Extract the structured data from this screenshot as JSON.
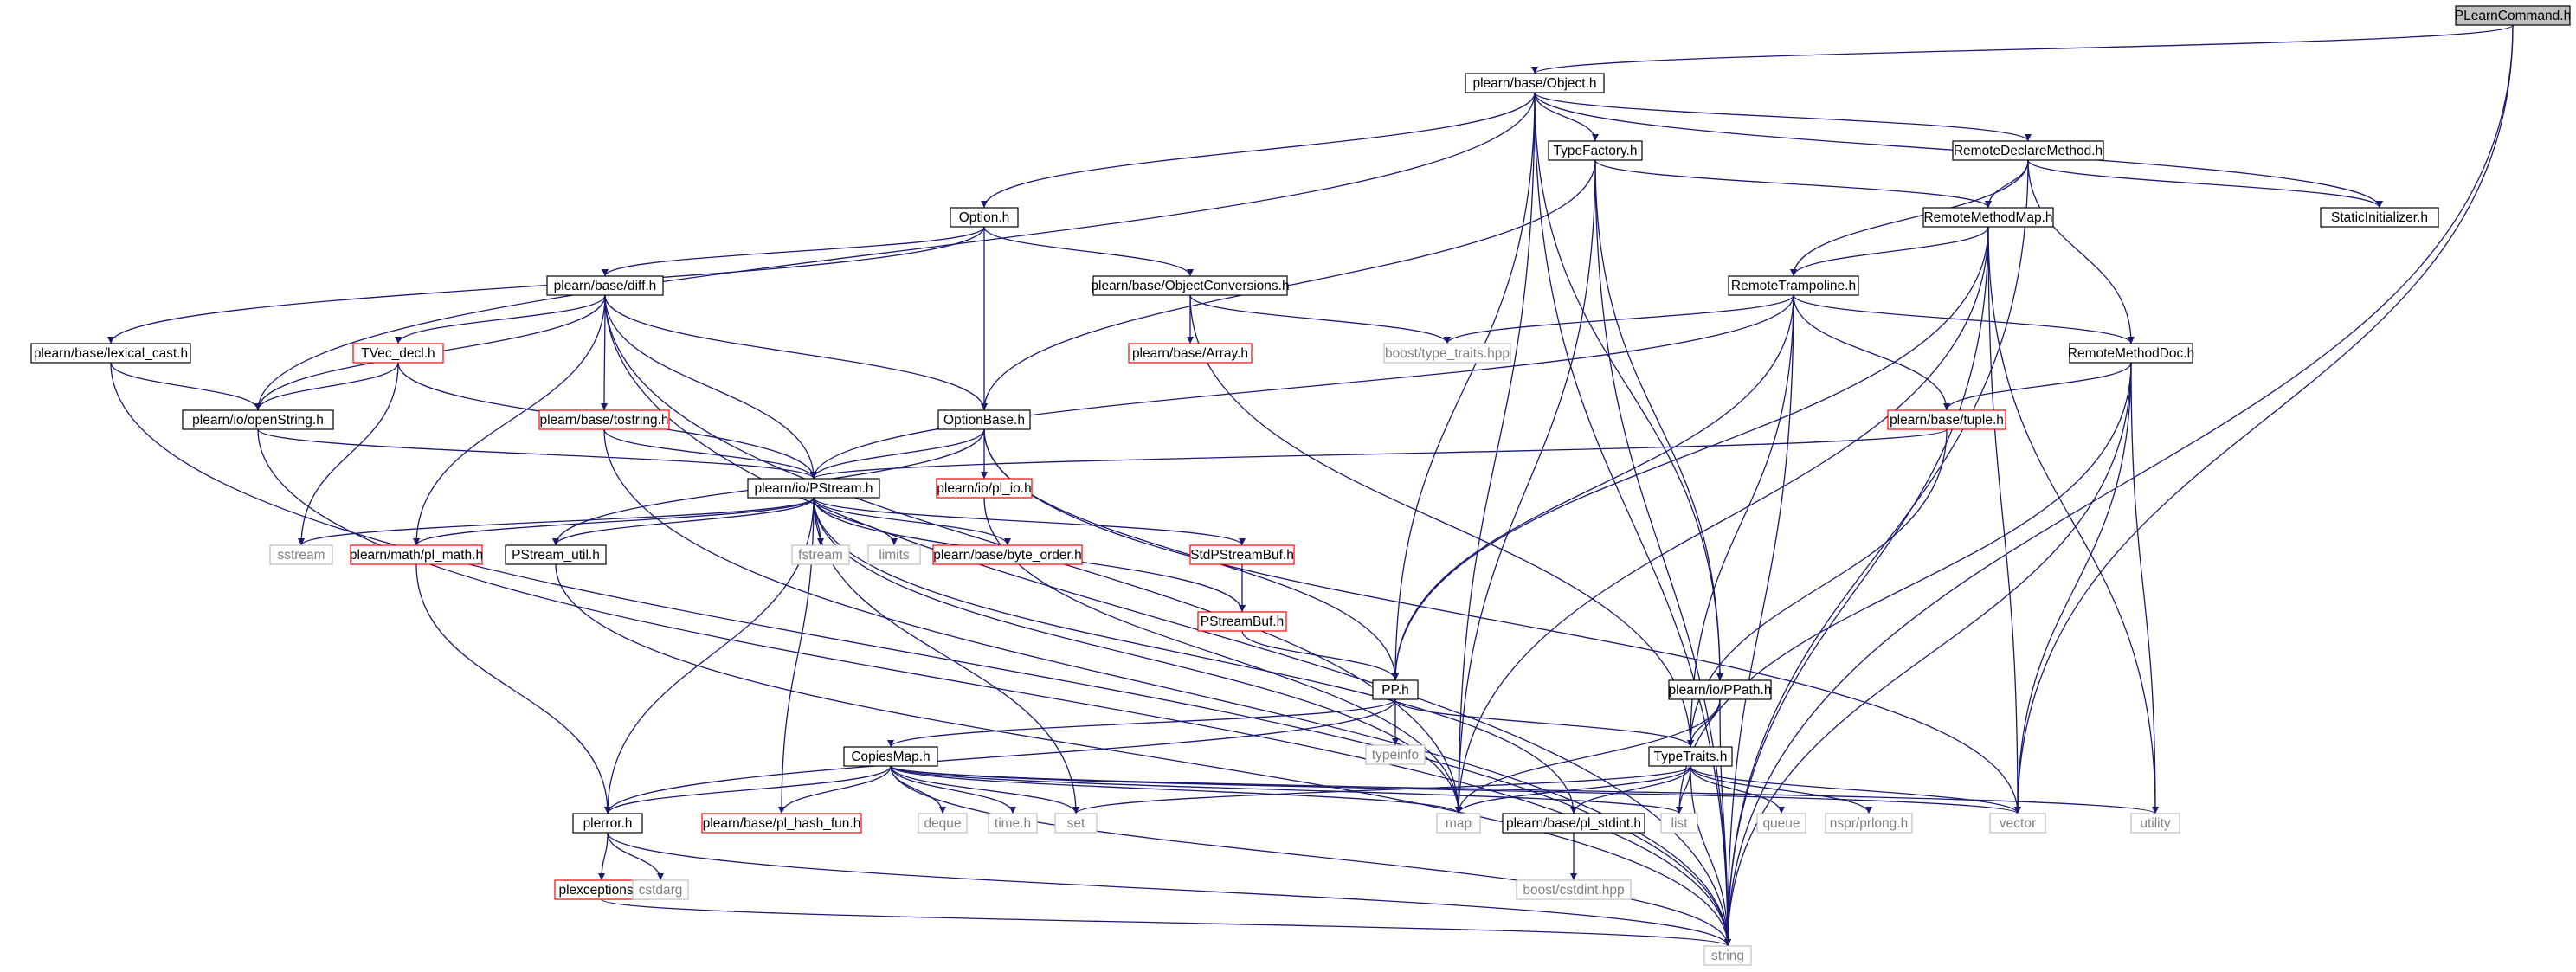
{
  "colors": {
    "edge": "#191970",
    "box_normal": "#000000",
    "box_red": "#ff0000",
    "box_gray": "#bfbfbf",
    "fill_root": "#bfbfbf",
    "fill_default": "#ffffff",
    "text_normal": "#000000",
    "text_gray": "#808080"
  },
  "graph": {
    "nodes": [
      {
        "id": "PLearnCommand.h",
        "label": "PLearnCommand.h",
        "style": "root"
      },
      {
        "id": "Object.h",
        "label": "plearn/base/Object.h",
        "style": "normal"
      },
      {
        "id": "TypeFactory.h",
        "label": "TypeFactory.h",
        "style": "normal"
      },
      {
        "id": "RemoteDeclareMethod.h",
        "label": "RemoteDeclareMethod.h",
        "style": "normal"
      },
      {
        "id": "StaticInitializer.h",
        "label": "StaticInitializer.h",
        "style": "normal"
      },
      {
        "id": "Option.h",
        "label": "Option.h",
        "style": "normal"
      },
      {
        "id": "RemoteMethodMap.h",
        "label": "RemoteMethodMap.h",
        "style": "normal"
      },
      {
        "id": "diff.h",
        "label": "plearn/base/diff.h",
        "style": "normal"
      },
      {
        "id": "ObjectConversions.h",
        "label": "plearn/base/ObjectConversions.h",
        "style": "normal"
      },
      {
        "id": "RemoteTrampoline.h",
        "label": "RemoteTrampoline.h",
        "style": "normal"
      },
      {
        "id": "lexical_cast.h",
        "label": "plearn/base/lexical_cast.h",
        "style": "normal"
      },
      {
        "id": "TVec_decl.h",
        "label": "TVec_decl.h",
        "style": "red"
      },
      {
        "id": "Array.h",
        "label": "plearn/base/Array.h",
        "style": "redtext"
      },
      {
        "id": "type_traits.hpp",
        "label": "boost/type_traits.hpp",
        "style": "gray"
      },
      {
        "id": "RemoteMethodDoc.h",
        "label": "RemoteMethodDoc.h",
        "style": "normal"
      },
      {
        "id": "openString.h",
        "label": "plearn/io/openString.h",
        "style": "normal"
      },
      {
        "id": "tostring.h",
        "label": "plearn/base/tostring.h",
        "style": "red"
      },
      {
        "id": "OptionBase.h",
        "label": "OptionBase.h",
        "style": "normal"
      },
      {
        "id": "tuple.h",
        "label": "plearn/base/tuple.h",
        "style": "red"
      },
      {
        "id": "PStream.h",
        "label": "plearn/io/PStream.h",
        "style": "normal"
      },
      {
        "id": "pl_io.h",
        "label": "plearn/io/pl_io.h",
        "style": "red"
      },
      {
        "id": "sstream",
        "label": "sstream",
        "style": "gray"
      },
      {
        "id": "pl_math.h",
        "label": "plearn/math/pl_math.h",
        "style": "red"
      },
      {
        "id": "PStream_util.h",
        "label": "PStream_util.h",
        "style": "normal"
      },
      {
        "id": "fstream",
        "label": "fstream",
        "style": "gray"
      },
      {
        "id": "limits",
        "label": "limits",
        "style": "gray"
      },
      {
        "id": "byte_order.h",
        "label": "plearn/base/byte_order.h",
        "style": "redtext"
      },
      {
        "id": "StdPStreamBuf.h",
        "label": "StdPStreamBuf.h",
        "style": "red"
      },
      {
        "id": "PStreamBuf.h",
        "label": "PStreamBuf.h",
        "style": "red"
      },
      {
        "id": "PP.h",
        "label": "PP.h",
        "style": "normal"
      },
      {
        "id": "PPath.h",
        "label": "plearn/io/PPath.h",
        "style": "normal"
      },
      {
        "id": "typeinfo",
        "label": "typeinfo",
        "style": "gray"
      },
      {
        "id": "CopiesMap.h",
        "label": "CopiesMap.h",
        "style": "normal"
      },
      {
        "id": "TypeTraits.h",
        "label": "TypeTraits.h",
        "style": "normal"
      },
      {
        "id": "plerror.h",
        "label": "plerror.h",
        "style": "normal"
      },
      {
        "id": "pl_hash_fun.h",
        "label": "plearn/base/pl_hash_fun.h",
        "style": "redtext"
      },
      {
        "id": "deque",
        "label": "deque",
        "style": "gray"
      },
      {
        "id": "time.h",
        "label": "time.h",
        "style": "gray"
      },
      {
        "id": "set",
        "label": "set",
        "style": "gray"
      },
      {
        "id": "map",
        "label": "map",
        "style": "gray"
      },
      {
        "id": "pl_stdint.h",
        "label": "plearn/base/pl_stdint.h",
        "style": "normal"
      },
      {
        "id": "list",
        "label": "list",
        "style": "gray"
      },
      {
        "id": "queue",
        "label": "queue",
        "style": "gray"
      },
      {
        "id": "prlong.h",
        "label": "nspr/prlong.h",
        "style": "gray"
      },
      {
        "id": "vector",
        "label": "vector",
        "style": "gray"
      },
      {
        "id": "utility",
        "label": "utility",
        "style": "gray"
      },
      {
        "id": "plexceptions.h",
        "label": "plexceptions.h",
        "style": "red"
      },
      {
        "id": "cstdarg",
        "label": "cstdarg",
        "style": "gray"
      },
      {
        "id": "cstdint.hpp",
        "label": "boost/cstdint.hpp",
        "style": "gray"
      },
      {
        "id": "string",
        "label": "string",
        "style": "gray"
      }
    ],
    "edges": [
      [
        "PLearnCommand.h",
        "Object.h"
      ],
      [
        "PLearnCommand.h",
        "vector"
      ],
      [
        "PLearnCommand.h",
        "string"
      ],
      [
        "Object.h",
        "openString.h"
      ],
      [
        "Object.h",
        "Option.h"
      ],
      [
        "Object.h",
        "map"
      ],
      [
        "Object.h",
        "PP.h"
      ],
      [
        "Object.h",
        "TypeFactory.h"
      ],
      [
        "Object.h",
        "PPath.h"
      ],
      [
        "Object.h",
        "RemoteDeclareMethod.h"
      ],
      [
        "Object.h",
        "StaticInitializer.h"
      ],
      [
        "Object.h",
        "string"
      ],
      [
        "TypeFactory.h",
        "OptionBase.h"
      ],
      [
        "TypeFactory.h",
        "map"
      ],
      [
        "TypeFactory.h",
        "PPath.h"
      ],
      [
        "TypeFactory.h",
        "RemoteMethodMap.h"
      ],
      [
        "TypeFactory.h",
        "string"
      ],
      [
        "RemoteDeclareMethod.h",
        "RemoteTrampoline.h"
      ],
      [
        "RemoteDeclareMethod.h",
        "RemoteMethodMap.h"
      ],
      [
        "RemoteDeclareMethod.h",
        "RemoteMethodDoc.h"
      ],
      [
        "RemoteDeclareMethod.h",
        "StaticInitializer.h"
      ],
      [
        "RemoteDeclareMethod.h",
        "string"
      ],
      [
        "Option.h",
        "lexical_cast.h"
      ],
      [
        "Option.h",
        "diff.h"
      ],
      [
        "Option.h",
        "OptionBase.h"
      ],
      [
        "Option.h",
        "ObjectConversions.h"
      ],
      [
        "RemoteMethodMap.h",
        "PP.h"
      ],
      [
        "RemoteMethodMap.h",
        "RemoteTrampoline.h"
      ],
      [
        "RemoteMethodMap.h",
        "map"
      ],
      [
        "RemoteMethodMap.h",
        "vector"
      ],
      [
        "RemoteMethodMap.h",
        "utility"
      ],
      [
        "RemoteMethodMap.h",
        "string"
      ],
      [
        "diff.h",
        "TVec_decl.h"
      ],
      [
        "diff.h",
        "openString.h"
      ],
      [
        "diff.h",
        "tostring.h"
      ],
      [
        "diff.h",
        "OptionBase.h"
      ],
      [
        "diff.h",
        "PStream.h"
      ],
      [
        "diff.h",
        "pl_math.h"
      ],
      [
        "diff.h",
        "map"
      ],
      [
        "diff.h",
        "string"
      ],
      [
        "ObjectConversions.h",
        "Array.h"
      ],
      [
        "ObjectConversions.h",
        "type_traits.hpp"
      ],
      [
        "ObjectConversions.h",
        "TypeTraits.h"
      ],
      [
        "RemoteTrampoline.h",
        "type_traits.hpp"
      ],
      [
        "RemoteTrampoline.h",
        "RemoteMethodDoc.h"
      ],
      [
        "RemoteTrampoline.h",
        "tuple.h"
      ],
      [
        "RemoteTrampoline.h",
        "PStream.h"
      ],
      [
        "RemoteTrampoline.h",
        "PP.h"
      ],
      [
        "RemoteTrampoline.h",
        "TypeTraits.h"
      ],
      [
        "RemoteTrampoline.h",
        "string"
      ],
      [
        "lexical_cast.h",
        "openString.h"
      ],
      [
        "lexical_cast.h",
        "string"
      ],
      [
        "TVec_decl.h",
        "openString.h"
      ],
      [
        "TVec_decl.h",
        "sstream"
      ],
      [
        "TVec_decl.h",
        "PStream.h"
      ],
      [
        "RemoteMethodDoc.h",
        "tuple.h"
      ],
      [
        "RemoteMethodDoc.h",
        "list"
      ],
      [
        "RemoteMethodDoc.h",
        "vector"
      ],
      [
        "RemoteMethodDoc.h",
        "utility"
      ],
      [
        "RemoteMethodDoc.h",
        "string"
      ],
      [
        "openString.h",
        "PStream.h"
      ],
      [
        "openString.h",
        "string"
      ],
      [
        "tostring.h",
        "PStream.h"
      ],
      [
        "tostring.h",
        "string"
      ],
      [
        "OptionBase.h",
        "PStream.h"
      ],
      [
        "OptionBase.h",
        "pl_io.h"
      ],
      [
        "OptionBase.h",
        "PStream_util.h"
      ],
      [
        "OptionBase.h",
        "PP.h"
      ],
      [
        "OptionBase.h",
        "vector"
      ],
      [
        "tuple.h",
        "PStream.h"
      ],
      [
        "tuple.h",
        "TypeTraits.h"
      ],
      [
        "PStream.h",
        "sstream"
      ],
      [
        "PStream.h",
        "pl_math.h"
      ],
      [
        "PStream.h",
        "PStream_util.h"
      ],
      [
        "PStream.h",
        "fstream"
      ],
      [
        "PStream.h",
        "limits"
      ],
      [
        "PStream.h",
        "byte_order.h"
      ],
      [
        "PStream.h",
        "StdPStreamBuf.h"
      ],
      [
        "PStream.h",
        "PStreamBuf.h"
      ],
      [
        "PStream.h",
        "plerror.h"
      ],
      [
        "PStream.h",
        "pl_hash_fun.h"
      ],
      [
        "PStream.h",
        "set"
      ],
      [
        "PStream.h",
        "map"
      ],
      [
        "PStream.h",
        "pl_stdint.h"
      ],
      [
        "pl_io.h",
        "map"
      ],
      [
        "pl_math.h",
        "plerror.h"
      ],
      [
        "PStream_util.h",
        "string"
      ],
      [
        "StdPStreamBuf.h",
        "PStreamBuf.h"
      ],
      [
        "PStreamBuf.h",
        "PP.h"
      ],
      [
        "PP.h",
        "typeinfo"
      ],
      [
        "PP.h",
        "CopiesMap.h"
      ],
      [
        "PP.h",
        "TypeTraits.h"
      ],
      [
        "PP.h",
        "plerror.h"
      ],
      [
        "PPath.h",
        "TypeTraits.h"
      ],
      [
        "PPath.h",
        "map"
      ],
      [
        "PPath.h",
        "string"
      ],
      [
        "CopiesMap.h",
        "plerror.h"
      ],
      [
        "CopiesMap.h",
        "pl_hash_fun.h"
      ],
      [
        "CopiesMap.h",
        "deque"
      ],
      [
        "CopiesMap.h",
        "time.h"
      ],
      [
        "CopiesMap.h",
        "set"
      ],
      [
        "CopiesMap.h",
        "map"
      ],
      [
        "CopiesMap.h",
        "list"
      ],
      [
        "CopiesMap.h",
        "vector"
      ],
      [
        "CopiesMap.h",
        "utility"
      ],
      [
        "CopiesMap.h",
        "string"
      ],
      [
        "TypeTraits.h",
        "set"
      ],
      [
        "TypeTraits.h",
        "map"
      ],
      [
        "TypeTraits.h",
        "pl_stdint.h"
      ],
      [
        "TypeTraits.h",
        "list"
      ],
      [
        "TypeTraits.h",
        "queue"
      ],
      [
        "TypeTraits.h",
        "prlong.h"
      ],
      [
        "TypeTraits.h",
        "vector"
      ],
      [
        "TypeTraits.h",
        "string"
      ],
      [
        "plerror.h",
        "plexceptions.h"
      ],
      [
        "plerror.h",
        "cstdarg"
      ],
      [
        "plerror.h",
        "string"
      ],
      [
        "plexceptions.h",
        "string"
      ],
      [
        "pl_stdint.h",
        "cstdint.hpp"
      ]
    ]
  }
}
